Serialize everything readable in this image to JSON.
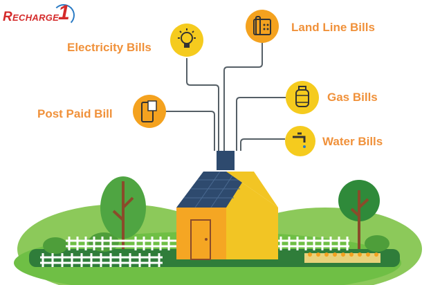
{
  "brand": {
    "text": "ECHARGE",
    "initial": "R",
    "number": "1"
  },
  "services": [
    {
      "label": "Electricity Bills",
      "icon": "lightbulb-icon"
    },
    {
      "label": "Land Line Bills",
      "icon": "landline-phone-icon"
    },
    {
      "label": "Gas Bills",
      "icon": "gas-cylinder-icon"
    },
    {
      "label": "Post Paid Bill",
      "icon": "mobile-phone-icon"
    },
    {
      "label": "Water Bills",
      "icon": "water-tap-icon"
    }
  ],
  "colors": {
    "label": "#f0913a",
    "orange_circle": "#f4a21f",
    "yellow_circle": "#f5cb1e",
    "house_front": "#f5a623",
    "house_side": "#f2c524",
    "roof": "#2e4a6e",
    "grass": "#6fbf45",
    "ground": "#2f7d3a",
    "brand_red": "#d42a2a",
    "brand_blue": "#2b7bc4"
  }
}
